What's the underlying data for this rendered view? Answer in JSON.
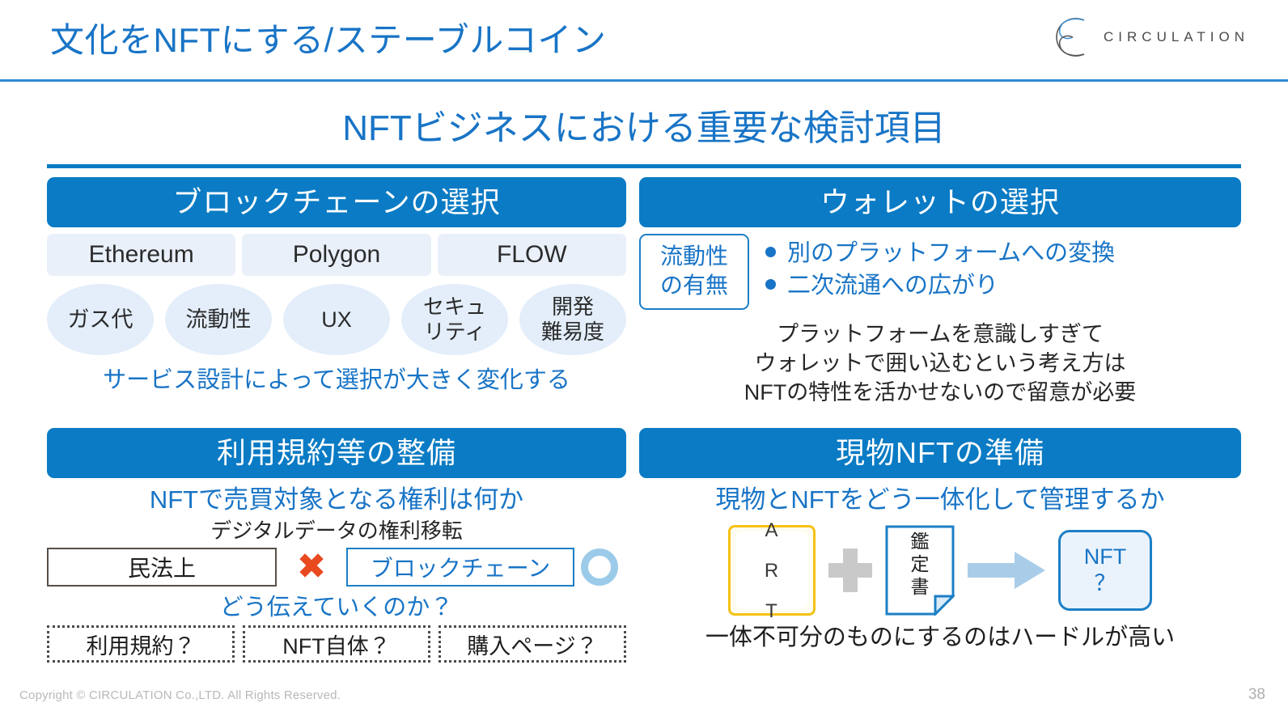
{
  "header": {
    "title": "文化をNFTにする/ステーブルコイン",
    "logo_icon": "circulation-c-logo",
    "logo_text": "CIRCULATION"
  },
  "main_heading": "NFTビジネスにおける重要な検討項目",
  "panels": {
    "blockchain": {
      "header": "ブロックチェーンの選択",
      "chains": [
        "Ethereum",
        "Polygon",
        "FLOW"
      ],
      "factors": [
        "ガス代",
        "流動性",
        "UX",
        "セキュ\nリティ",
        "開発\n難易度"
      ],
      "factor_1": "ガス代",
      "factor_2": "流動性",
      "factor_3": "UX",
      "factor_4_line1": "セキュ",
      "factor_4_line2": "リティ",
      "factor_5_line1": "開発",
      "factor_5_line2": "難易度",
      "note": "サービス設計によって選択が大きく変化する"
    },
    "wallet": {
      "header": "ウォレットの選択",
      "liquidity_line1": "流動性",
      "liquidity_line2": "の有無",
      "bullets": [
        "別のプラットフォームへの変換",
        "二次流通への広がり"
      ],
      "note_line1": "プラットフォームを意識しすぎて",
      "note_line2": "ウォレットで囲い込むという考え方は",
      "note_line3": "NFTの特性を活かせないので留意が必要"
    },
    "terms": {
      "header": "利用規約等の整備",
      "question": "NFTで売買対象となる権利は何か",
      "subtitle": "デジタルデータの権利移転",
      "civil_law_box": "民法上",
      "x_mark": "✖",
      "blockchain_box": "ブロックチェーン",
      "o_mark_icon": "circle-ring-icon",
      "transmit_question": "どう伝えていくのか？",
      "channels": [
        "利用規約？",
        "NFT自体？",
        "購入ページ？"
      ]
    },
    "physical": {
      "header": "現物NFTの準備",
      "question": "現物とNFTをどう一体化して管理するか",
      "art_line1": "A",
      "art_line2": "R",
      "art_line3": "T",
      "plus_icon": "plus-icon",
      "cert_line1": "鑑",
      "cert_line2": "定",
      "cert_line3": "書",
      "arrow_icon": "right-arrow-icon",
      "nft_line1": "NFT",
      "nft_line2": "？",
      "note": "一体不可分のものにするのはハードルが高い"
    }
  },
  "footer": {
    "copyright": "Copyright © CIRCULATION Co.,LTD. All Rights Reserved.",
    "page_number": "38"
  },
  "colors": {
    "brand_blue": "#0A7BC4",
    "title_blue": "#1874C6",
    "pill_bg": "#E9F0FA",
    "bubble_bg": "#E3EEFA",
    "x_red": "#E8491F",
    "art_yellow": "#F5C215",
    "ring_blue": "#9CCBEA"
  }
}
